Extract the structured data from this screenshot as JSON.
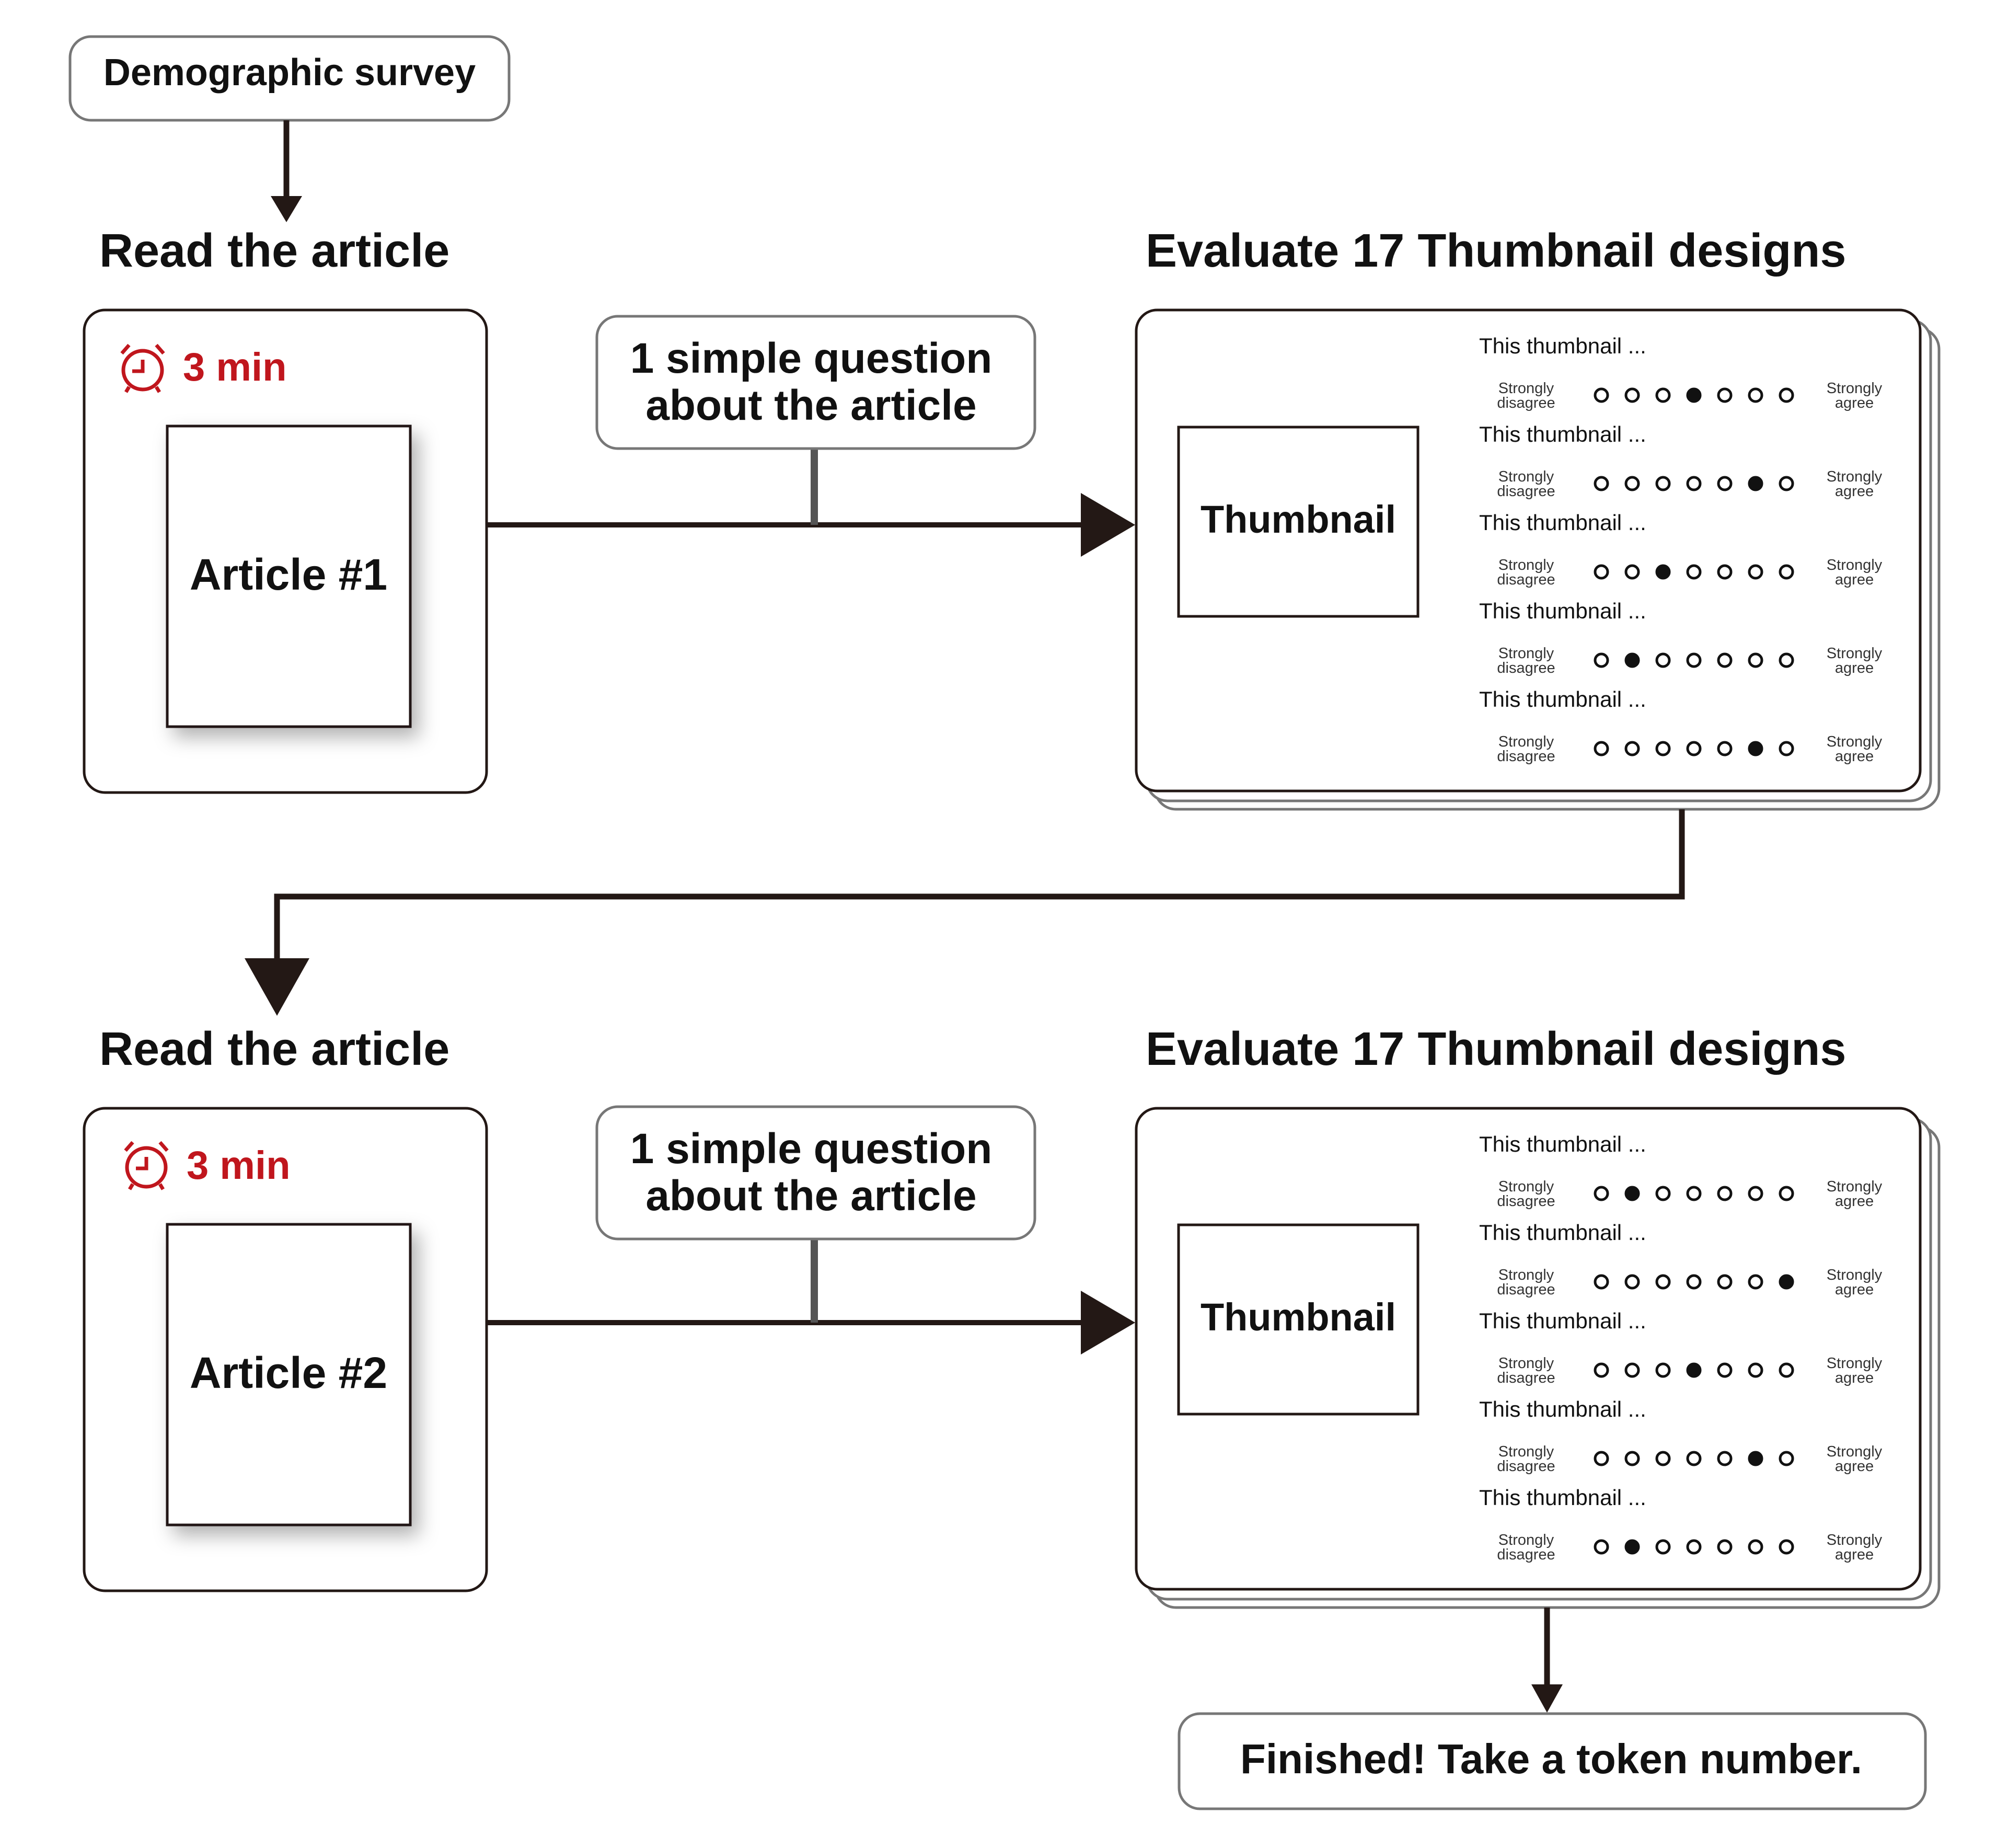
{
  "survey": {
    "label": "Demographic survey"
  },
  "stages": [
    {
      "read_title": "Read the article",
      "timer": "3 min",
      "article": "Article #1",
      "question": [
        "1 simple question",
        "about the article"
      ],
      "eval_title": "Evaluate 17 Thumbnail designs",
      "thumbnail": "Thumbnail",
      "ratings": [
        {
          "prompt": "This thumbnail ...",
          "left": [
            "Strongly",
            "disagree"
          ],
          "right": [
            "Strongly",
            "agree"
          ],
          "selected": 4
        },
        {
          "prompt": "This thumbnail ...",
          "left": [
            "Strongly",
            "disagree"
          ],
          "right": [
            "Strongly",
            "agree"
          ],
          "selected": 6
        },
        {
          "prompt": "This thumbnail ...",
          "left": [
            "Strongly",
            "disagree"
          ],
          "right": [
            "Strongly",
            "agree"
          ],
          "selected": 3
        },
        {
          "prompt": "This thumbnail ...",
          "left": [
            "Strongly",
            "disagree"
          ],
          "right": [
            "Strongly",
            "agree"
          ],
          "selected": 2
        },
        {
          "prompt": "This thumbnail ...",
          "left": [
            "Strongly",
            "disagree"
          ],
          "right": [
            "Strongly",
            "agree"
          ],
          "selected": 6
        }
      ]
    },
    {
      "read_title": "Read the article",
      "timer": "3 min",
      "article": "Article #2",
      "question": [
        "1 simple question",
        "about the article"
      ],
      "eval_title": "Evaluate 17 Thumbnail designs",
      "thumbnail": "Thumbnail",
      "ratings": [
        {
          "prompt": "This thumbnail ...",
          "left": [
            "Strongly",
            "disagree"
          ],
          "right": [
            "Strongly",
            "agree"
          ],
          "selected": 2
        },
        {
          "prompt": "This thumbnail ...",
          "left": [
            "Strongly",
            "disagree"
          ],
          "right": [
            "Strongly",
            "agree"
          ],
          "selected": 7
        },
        {
          "prompt": "This thumbnail ...",
          "left": [
            "Strongly",
            "disagree"
          ],
          "right": [
            "Strongly",
            "agree"
          ],
          "selected": 4
        },
        {
          "prompt": "This thumbnail ...",
          "left": [
            "Strongly",
            "disagree"
          ],
          "right": [
            "Strongly",
            "agree"
          ],
          "selected": 6
        },
        {
          "prompt": "This thumbnail ...",
          "left": [
            "Strongly",
            "disagree"
          ],
          "right": [
            "Strongly",
            "agree"
          ],
          "selected": 2
        }
      ]
    }
  ],
  "finish": {
    "label": "Finished! Take a token number."
  },
  "colors": {
    "accent": "#c0161d",
    "ink": "#111111",
    "border": "#777777",
    "connector": "#231815"
  }
}
